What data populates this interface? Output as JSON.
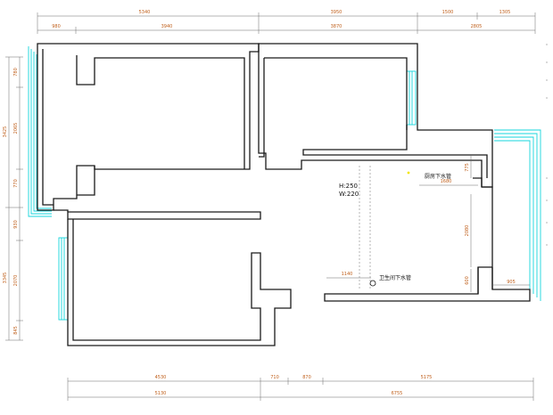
{
  "colors": {
    "wall": "#1a1a1a",
    "dimension_line": "#6b6b6b",
    "dimension_text": "#c0601c",
    "window": "#16d4dc",
    "annotation": "#111111",
    "marker": "#f2e600"
  },
  "dimensions": {
    "top_row1": [
      "5340",
      "3950",
      "1500",
      "1305"
    ],
    "top_row2": [
      "980",
      "3940",
      "3870",
      "2805"
    ],
    "left_outer": [
      "3425",
      "3345"
    ],
    "left_inner": [
      "780",
      "2065",
      "770",
      "930",
      "2070",
      "845"
    ],
    "bottom_row1": [
      "4530",
      "710",
      "870",
      "5175"
    ],
    "bottom_row2": [
      "5130",
      "6755"
    ],
    "interior": [
      "775",
      "1680",
      "2080",
      "1140",
      "600",
      "905"
    ]
  },
  "labels": {
    "height": "H:250",
    "width": "W:220",
    "kitchen_drain": "厨房下水管",
    "bathroom_drain": "卫生间下水管"
  }
}
